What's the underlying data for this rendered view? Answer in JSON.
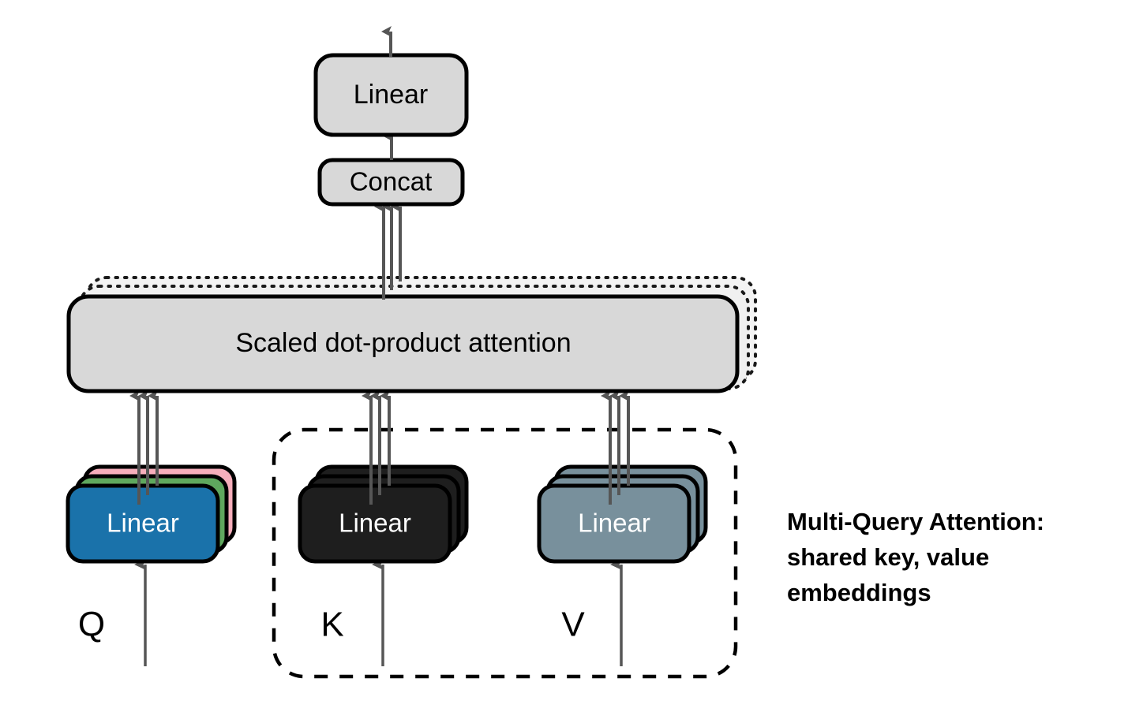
{
  "diagram": {
    "title": "Multi-Query Attention",
    "background_color": "#ffffff",
    "blocks": {
      "output_linear": {
        "label": "Linear",
        "fill": "#d8d8d8",
        "text_color": "#000000"
      },
      "concat": {
        "label": "Concat",
        "fill": "#d8d8d8",
        "text_color": "#000000"
      },
      "attention": {
        "label": "Scaled dot-product attention",
        "fill": "#d8d8d8",
        "text_color": "#000000",
        "stack_count": 3
      },
      "q_linear": {
        "label": "Linear",
        "text_color": "#ffffff",
        "stack_count": 3,
        "stack_colors": [
          "#f6aebb",
          "#5fa85e",
          "#1a72aa"
        ]
      },
      "k_linear": {
        "label": "Linear",
        "text_color": "#ffffff",
        "stack_count": 3,
        "stack_colors": [
          "#1e1e1e",
          "#1e1e1e",
          "#1e1e1e"
        ]
      },
      "v_linear": {
        "label": "Linear",
        "text_color": "#ffffff",
        "stack_count": 3,
        "stack_colors": [
          "#78909c",
          "#78909c",
          "#78909c"
        ]
      }
    },
    "inputs": [
      {
        "name": "query",
        "letter": "Q"
      },
      {
        "name": "key",
        "letter": "K"
      },
      {
        "name": "value",
        "letter": "V"
      }
    ],
    "grouping_box": {
      "name": "shared-kv-group",
      "style": "dashed",
      "encloses": [
        "K",
        "V"
      ]
    },
    "annotation": {
      "lines": [
        "Multi-Query Attention:",
        "shared key, value",
        "embeddings"
      ],
      "color": "#000000",
      "weight": "bold"
    },
    "edges": {
      "stroke_color": "#565656",
      "outline_color": "#000000",
      "multi_arrow_count": 3,
      "single_arrow_count": 1
    }
  }
}
